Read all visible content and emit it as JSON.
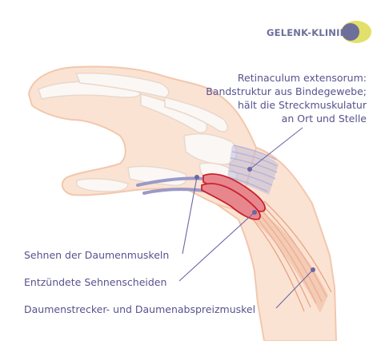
{
  "logo": {
    "text": "GELENK-KLINIK",
    "accent_color": "#6d6f9a",
    "swoosh_color": "#e2e06b"
  },
  "labels": {
    "retinaculum": [
      "Retinaculum extensorum:",
      "Bandstruktur aus Bindegewebe;",
      "hält die Streckmuskulatur",
      "an Ort und Stelle"
    ],
    "tendons": "Sehnen der Daumenmuskeln",
    "sheaths": "Entzündete Sehnenscheiden",
    "muscles": "Daumenstrecker- und Daumenabspreizmuskel"
  },
  "colors": {
    "skin": "#fbe3d3",
    "skin_outline": "#f2c7ad",
    "bone": "#fbf7f4",
    "bone_outline": "#e8d8cc",
    "tendon": "#9a99c8",
    "sheath_fill": "#e8868d",
    "sheath_outline": "#c8232e",
    "retinaculum": "#b3b2d8",
    "muscle": "#e8a383",
    "label_text": "#57528e",
    "leader_line": "#6b66a6"
  }
}
